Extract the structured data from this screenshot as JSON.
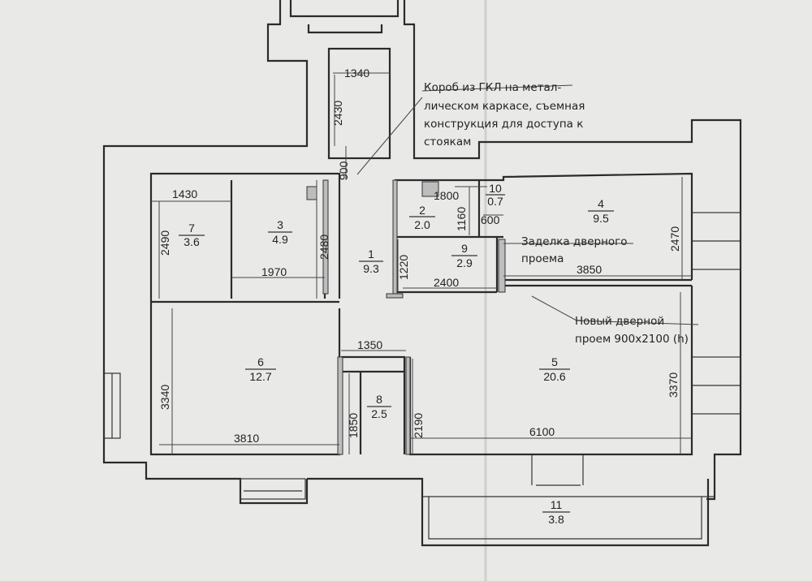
{
  "rooms": [
    {
      "id": "1",
      "area": "9.3"
    },
    {
      "id": "2",
      "area": "2.0"
    },
    {
      "id": "3",
      "area": "4.9"
    },
    {
      "id": "4",
      "area": "9.5"
    },
    {
      "id": "5",
      "area": "20.6"
    },
    {
      "id": "6",
      "area": "12.7"
    },
    {
      "id": "7",
      "area": "3.6"
    },
    {
      "id": "8",
      "area": "2.5"
    },
    {
      "id": "9",
      "area": "2.9"
    },
    {
      "id": "10",
      "area": "0.7"
    },
    {
      "id": "11",
      "area": "3.8"
    }
  ],
  "dimensions": {
    "d1340": "1340",
    "d2430": "2430",
    "d900": "900",
    "d1430": "1430",
    "d2490": "2490",
    "d2480": "2480",
    "d1970": "1970",
    "d1800": "1800",
    "d1160": "1160",
    "d600": "600",
    "d1220": "1220",
    "d2400": "2400",
    "d3850": "3850",
    "d2470": "2470",
    "d1350": "1350",
    "d3340": "3340",
    "d1850": "1850",
    "d2190": "2190",
    "d3370": "3370",
    "d3810": "3810",
    "d6100": "6100"
  },
  "notes": {
    "gkl_line1": "Короб из ГКЛ на метал-",
    "gkl_line2": "лическом каркасе, съемная",
    "gkl_line3": "конструкция для доступа к",
    "gkl_line4": "стоякам",
    "door_seal_line1": "Заделка дверного",
    "door_seal_line2": "проема",
    "new_door_line1": "Новый дверной",
    "new_door_line2": "проем 900х2100 (h)"
  }
}
